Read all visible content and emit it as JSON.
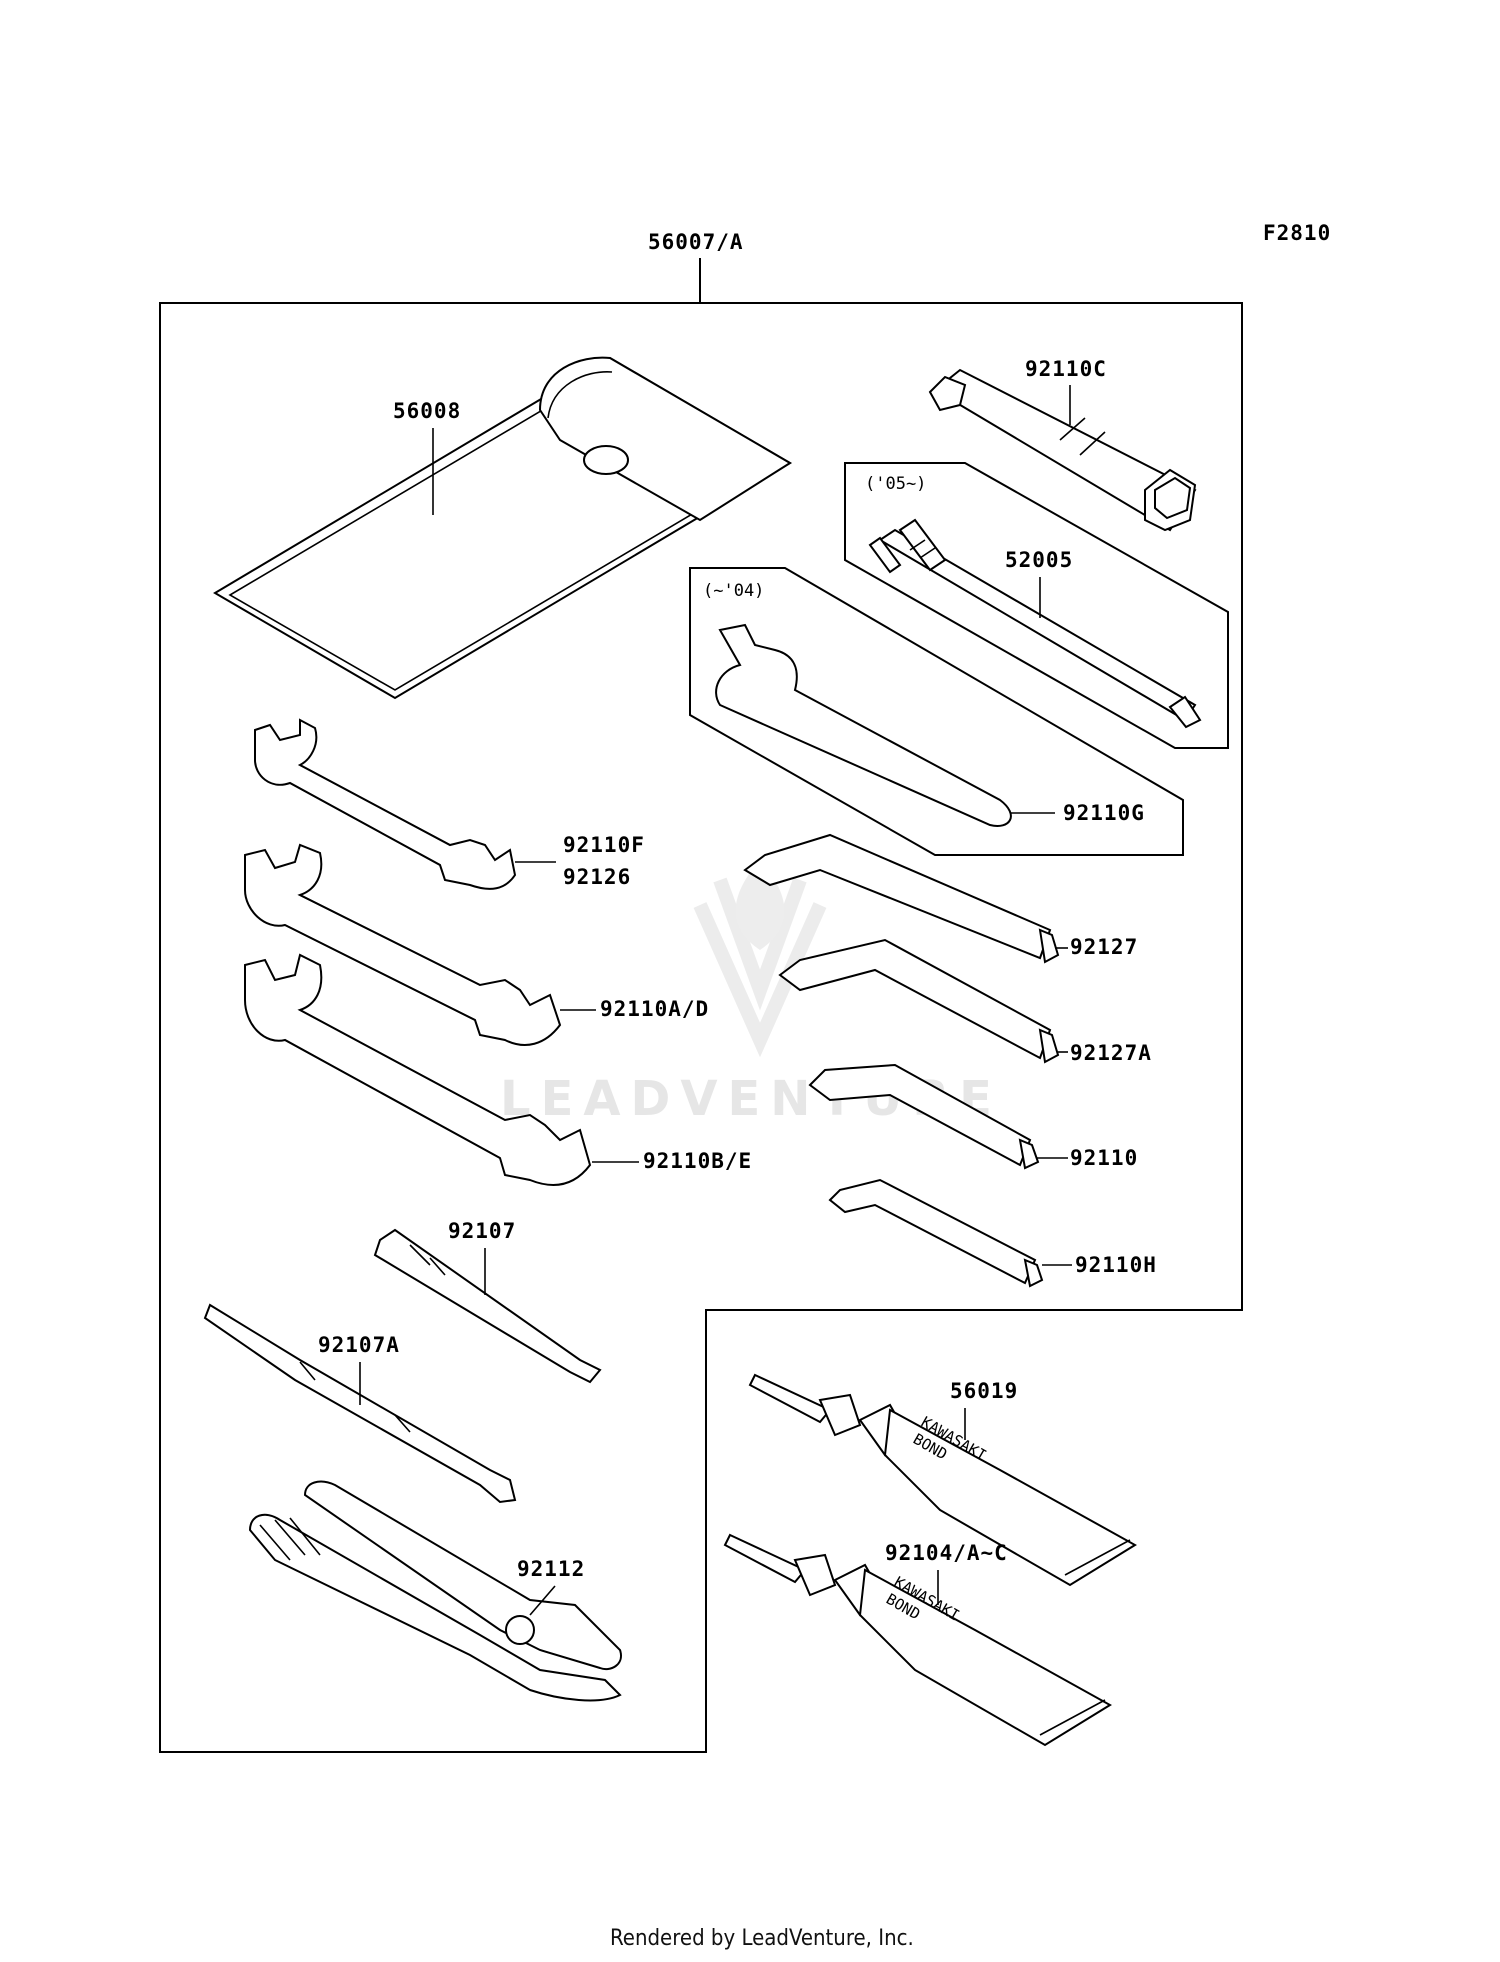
{
  "diagram": {
    "figure_code": "F2810",
    "kit_label": "56007/A",
    "watermark": "LEADVENTURE",
    "footer": "Rendered by LeadVenture, Inc.",
    "parts": [
      {
        "id": "p56008",
        "label": "56008"
      },
      {
        "id": "p92110C",
        "label": "92110C"
      },
      {
        "id": "p52005",
        "label": "52005"
      },
      {
        "id": "p92110G",
        "label": "92110G"
      },
      {
        "id": "p92110F",
        "label": "92110F"
      },
      {
        "id": "p92126",
        "label": "92126"
      },
      {
        "id": "p92127",
        "label": "92127"
      },
      {
        "id": "p92110AD",
        "label": "92110A/D"
      },
      {
        "id": "p92127A",
        "label": "92127A"
      },
      {
        "id": "p92110BE",
        "label": "92110B/E"
      },
      {
        "id": "p92110",
        "label": "92110"
      },
      {
        "id": "p92110H",
        "label": "92110H"
      },
      {
        "id": "p92107",
        "label": "92107"
      },
      {
        "id": "p92107A",
        "label": "92107A"
      },
      {
        "id": "p92112",
        "label": "92112"
      },
      {
        "id": "p56019",
        "label": "56019"
      },
      {
        "id": "p92104",
        "label": "92104/A~C"
      }
    ],
    "notes": {
      "year_from": "('05~)",
      "year_to": "(~'04)"
    },
    "tube_text": {
      "brand": "KAWASAKI",
      "product": "BOND"
    }
  }
}
